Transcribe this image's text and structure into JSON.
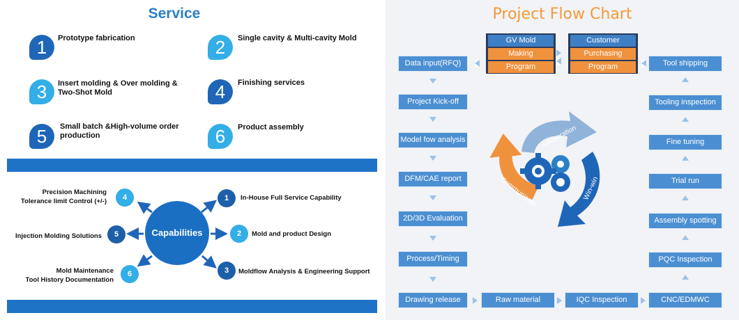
{
  "service": {
    "title": "Service",
    "items": [
      {
        "num": "1",
        "label": "Prototype fabrication"
      },
      {
        "num": "2",
        "label": "Single cavity & Multi-cavity Mold"
      },
      {
        "num": "3",
        "label": "Insert molding & Over molding & Two-Shot Mold"
      },
      {
        "num": "4",
        "label": "Finishing services"
      },
      {
        "num": "5",
        "label": "Small batch &High-volume order production"
      },
      {
        "num": "6",
        "label": "Product assembly"
      }
    ]
  },
  "capabilities": {
    "center": "Capabilities",
    "items": [
      {
        "num": "1",
        "label": "In-House Full Service Capability"
      },
      {
        "num": "2",
        "label": "Mold and product Design"
      },
      {
        "num": "3",
        "label": "Moldflow Analysis & Engineering Support"
      },
      {
        "num": "4",
        "label_line1": "Precision Machining",
        "label_line2": "Tolerance limit  Control (+/-)"
      },
      {
        "num": "5",
        "label": "Injection Molding Solutions"
      },
      {
        "num": "6",
        "label_line1": "Mold Maintenance",
        "label_line2": "Tool History Documentation"
      }
    ]
  },
  "flow": {
    "title": "Project Flow Chart",
    "gv_mold": {
      "header": "GV Mold",
      "row1": "Making",
      "row2": "Program"
    },
    "customer": {
      "header": "Customer",
      "row1": "Purchasing",
      "row2": "Program"
    },
    "left_column": [
      "Data input(RFQ)",
      "Project Kick-off",
      "Model fow analysis",
      "DFM/CAE report",
      "2D/3D Evaluation",
      "Process/Timing",
      "Drawing release"
    ],
    "bottom_row": [
      "Raw material",
      "IQC Inspection",
      "CNC/EDMWC"
    ],
    "right_column": [
      "Tool shipping",
      "Tooling inspection",
      "Fine tuning",
      "Trial run",
      "Assembly spotting",
      "PQC Inspection"
    ],
    "cycle": {
      "top": "cooperation",
      "left": "Communicate",
      "right": "Win-win"
    },
    "colors": {
      "step": "#4b8fd2",
      "accent_orange": "#f0923d",
      "dark_navy": "#2c3a5b",
      "arrow_light": "#9cc2e6"
    }
  }
}
